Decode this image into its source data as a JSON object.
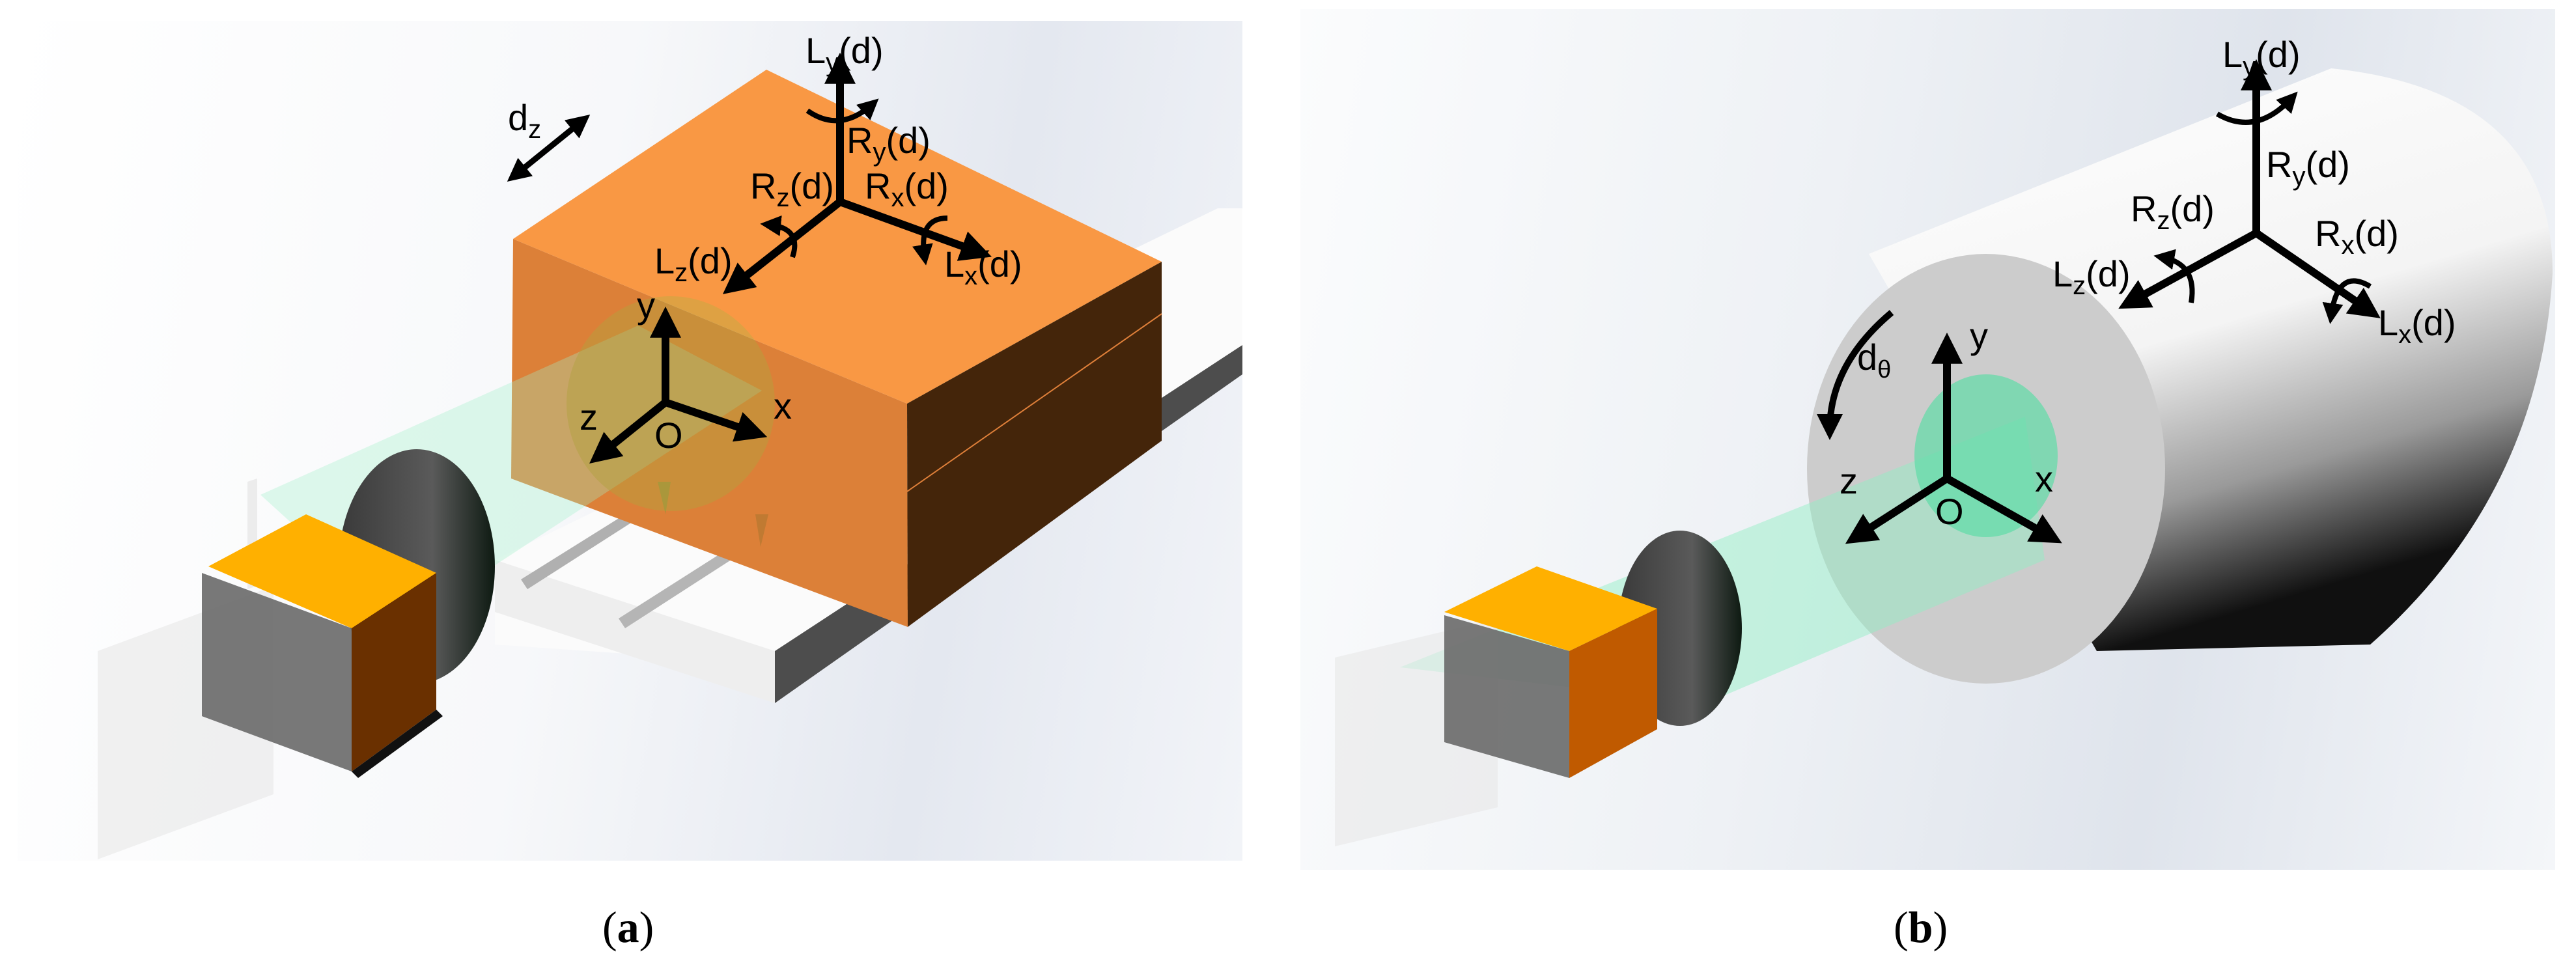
{
  "figure": {
    "panels": [
      {
        "id": "a",
        "caption": "(a)",
        "object": "rectangular box on rail",
        "camera_frame": {
          "origin": "O",
          "axes": [
            "x",
            "y",
            "z"
          ]
        },
        "object_frame_labels": {
          "Ly": "L",
          "Ly_sub": "y",
          "Ly_tail": "(d)",
          "Ry": "R",
          "Ry_sub": "y",
          "Ry_tail": "(d)",
          "Rz": "R",
          "Rz_sub": "z",
          "Rz_tail": "(d)",
          "Rx": "R",
          "Rx_sub": "x",
          "Rx_tail": "(d)",
          "Lz": "L",
          "Lz_sub": "z",
          "Lz_tail": "(d)",
          "Lx": "L",
          "Lx_sub": "x",
          "Lx_tail": "(d)"
        },
        "motion_label": {
          "main": "d",
          "sub": "z"
        }
      },
      {
        "id": "b",
        "caption": "(b)",
        "object": "cylinder",
        "camera_frame": {
          "origin": "O",
          "axes": [
            "x",
            "y",
            "z"
          ]
        },
        "object_frame_labels": {
          "Ly": "L",
          "Ly_sub": "y",
          "Ly_tail": "(d)",
          "Ry": "R",
          "Ry_sub": "y",
          "Ry_tail": "(d)",
          "Rz": "R",
          "Rz_sub": "z",
          "Rz_tail": "(d)",
          "Rx": "R",
          "Rx_sub": "x",
          "Rx_tail": "(d)",
          "Lz": "L",
          "Lz_sub": "z",
          "Lz_tail": "(d)",
          "Lx": "L",
          "Lx_sub": "x",
          "Lx_tail": "(d)"
        },
        "motion_label": {
          "main": "d",
          "sub": "θ"
        }
      }
    ],
    "frame_axis_labels": {
      "x": "x",
      "y": "y",
      "z": "z",
      "origin": "O"
    },
    "captions": {
      "a_open": "(",
      "a_letter": "a",
      "a_close": ")",
      "b_open": "(",
      "b_letter": "b",
      "b_close": ")"
    },
    "colors": {
      "box_top": "#f99844",
      "box_front": "#dc8038",
      "box_side": "#44250a",
      "camera_top": "#ffb000",
      "camera_side": "#6a3000",
      "camera_side_b": "#c05a00",
      "beam": "#5fdca6",
      "cylinder_face": "#cccccc",
      "rail_side": "#4d4d4d"
    }
  }
}
